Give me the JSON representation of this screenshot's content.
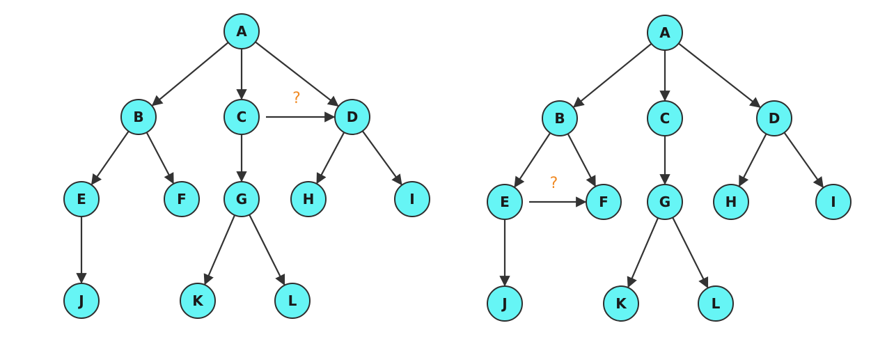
{
  "colors": {
    "node_fill": "#66f5f5",
    "node_stroke": "#2e2e2e",
    "edge": "#333333",
    "question": "#f08a24"
  },
  "trees": [
    {
      "nodes": [
        "A",
        "B",
        "C",
        "D",
        "E",
        "F",
        "G",
        "H",
        "I",
        "J",
        "K",
        "L"
      ],
      "edges": [
        [
          "A",
          "B"
        ],
        [
          "A",
          "C"
        ],
        [
          "A",
          "D"
        ],
        [
          "B",
          "E"
        ],
        [
          "B",
          "F"
        ],
        [
          "C",
          "G"
        ],
        [
          "D",
          "H"
        ],
        [
          "D",
          "I"
        ],
        [
          "E",
          "J"
        ],
        [
          "G",
          "K"
        ],
        [
          "G",
          "L"
        ]
      ],
      "question_edge": {
        "from": "C",
        "to": "D",
        "label": "?"
      }
    },
    {
      "nodes": [
        "A",
        "B",
        "C",
        "D",
        "E",
        "F",
        "G",
        "H",
        "I",
        "J",
        "K",
        "L"
      ],
      "edges": [
        [
          "A",
          "B"
        ],
        [
          "A",
          "C"
        ],
        [
          "A",
          "D"
        ],
        [
          "B",
          "E"
        ],
        [
          "B",
          "F"
        ],
        [
          "C",
          "G"
        ],
        [
          "D",
          "H"
        ],
        [
          "D",
          "I"
        ],
        [
          "E",
          "J"
        ],
        [
          "G",
          "K"
        ],
        [
          "G",
          "L"
        ]
      ],
      "question_edge": {
        "from": "E",
        "to": "F",
        "label": "?"
      }
    }
  ]
}
